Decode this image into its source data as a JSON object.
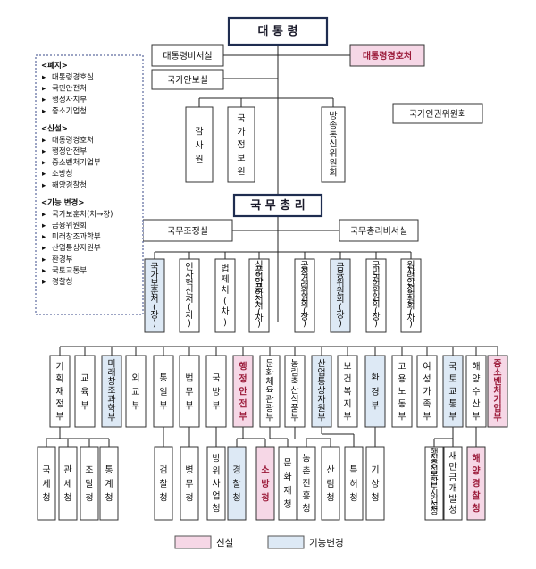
{
  "colors": {
    "new": "#f6d7e6",
    "changed": "#dde9f5",
    "plain": "#ffffff",
    "new_text": "#9b1b3a"
  },
  "sidebar": {
    "sections": [
      {
        "title": "<폐지>",
        "items": [
          "대통령경호실",
          "국민안전처",
          "행정자치부",
          "중소기업청"
        ]
      },
      {
        "title": "<신설>",
        "items": [
          "대통령경호처",
          "행정안전부",
          "중소벤처기업부",
          "소방청",
          "해양경찰청"
        ]
      },
      {
        "title": "<기능 변경>",
        "items": [
          "국가보훈처(차→장)",
          "금융위원회",
          "미래창조과학부",
          "산업통상자원부",
          "환경부",
          "국토교통부",
          "경찰청"
        ]
      }
    ]
  },
  "nodes": {
    "president": "대 통 령",
    "pres_secretary": "대통령비서실",
    "pres_security": "대통령경호처",
    "natl_security": "국가안보실",
    "audit": "감사원",
    "nis": "국가정보원",
    "kcc": "방송통신위원회",
    "nhrc": "국가인권위원회",
    "pm": "국 무 총 리",
    "coordination": "국무조정실",
    "pm_secretary": "국무총리비서실",
    "pm_agencies": [
      "국가보훈처(장)",
      "인사혁신처(차)",
      "법제처(차)",
      "식품의약품안전처(차)",
      "공정거래위원회(장)",
      "금융위원회(장)",
      "국민권익위원회(장)",
      "원자력안전위원회(차)"
    ],
    "ministries": [
      "기획재정부",
      "교육부",
      "미래창조과학부",
      "외교부",
      "통일부",
      "법무부",
      "국방부",
      "행정안전부",
      "문화체육관광부",
      "농림축산식품부",
      "산업통상자원부",
      "보건복지부",
      "환경부",
      "고용노동부",
      "여성가족부",
      "국토교통부",
      "해양수산부",
      "중소벤처기업부"
    ],
    "agencies": [
      "국세청",
      "관세청",
      "조달청",
      "통계청",
      "검찰청",
      "병무청",
      "방위사업청",
      "경찰청",
      "소방청",
      "문화재청",
      "농촌진흥청",
      "산림청",
      "특허청",
      "기상청",
      "행정중심복합도시건설청",
      "새만금개발청",
      "해양경찰청"
    ]
  },
  "legend": {
    "new_label": "신설",
    "changed_label": "기능변경"
  }
}
